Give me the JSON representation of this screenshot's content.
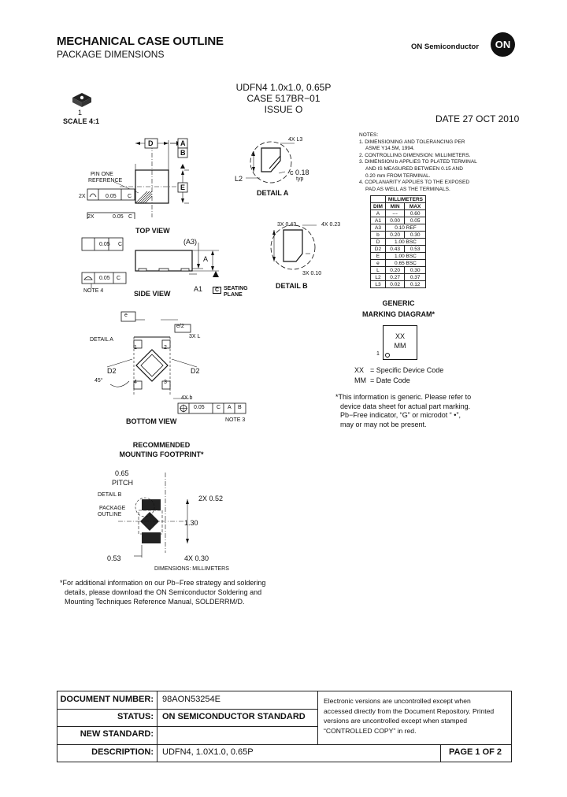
{
  "header": {
    "title": "MECHANICAL CASE OUTLINE",
    "subtitle": "PACKAGE DIMENSIONS",
    "brand": "ON Semiconductor",
    "logo": "ON"
  },
  "package": {
    "name": "UDFN4 1.0x1.0, 0.65P",
    "case": "CASE 517BR−01",
    "issue": "ISSUE O",
    "date": "DATE 27 OCT 2010",
    "scale": "SCALE 4:1"
  },
  "notes": {
    "title": "NOTES:",
    "items": [
      "1. DIMENSIONING AND TOLERANCING PER",
      "    ASME Y14.5M, 1994.",
      "2. CONTROLLING DIMENSION: MILLIMETERS.",
      "3. DIMENSION b APPLIES TO PLATED TERMINAL",
      "    AND IS MEASURED BETWEEN 0.15 AND",
      "    0.20 mm FROM TERMINAL.",
      "4. COPLANARITY APPLIES TO THE EXPOSED",
      "    PAD AS WELL AS THE TERMINALS."
    ]
  },
  "dim_table": {
    "group_header": "MILLIMETERS",
    "headers": [
      "DIM",
      "MIN",
      "MAX"
    ],
    "rows": [
      [
        "A",
        "---",
        "0.60"
      ],
      [
        "A1",
        "0.00",
        "0.05"
      ],
      [
        "A3",
        "0.10 REF",
        ""
      ],
      [
        "b",
        "0.20",
        "0.30"
      ],
      [
        "D",
        "1.00 BSC",
        ""
      ],
      [
        "D2",
        "0.43",
        "0.53"
      ],
      [
        "E",
        "1.00 BSC",
        ""
      ],
      [
        "e",
        "0.65 BSC",
        ""
      ],
      [
        "L",
        "0.20",
        "0.30"
      ],
      [
        "L2",
        "0.27",
        "0.37"
      ],
      [
        "L3",
        "0.02",
        "0.12"
      ]
    ]
  },
  "views": {
    "top": "TOP VIEW",
    "side": "SIDE VIEW",
    "bottom": "BOTTOM VIEW",
    "detail_a": "DETAIL A",
    "detail_b": "DETAIL B",
    "pin_one": [
      "PIN ONE",
      "REFERENCE"
    ],
    "note4": "NOTE 4",
    "note3": "NOTE 3",
    "seating": [
      "SEATING",
      "PLANE"
    ],
    "detail_b_ref": "DETAIL B",
    "detail_a_ref": "DETAIL A"
  },
  "labels": {
    "D": "D",
    "E": "E",
    "A": "A",
    "B": "B",
    "C": "C",
    "A3": "(A3)",
    "A_dim": "A",
    "A1": "A1",
    "tol_2x_005": "0.05",
    "tol_005": "0.05",
    "tol_2x": "2X",
    "detA_4xL3": "4X L3",
    "detA_L2": "L2",
    "detA_c018": "c 0.18",
    "detA_typ": "typ",
    "detB_3x043": "3X 0.43",
    "detB_4x023": "4X 0.23",
    "detB_3x010": "3X 0.10",
    "e": "e",
    "e2": "e/2",
    "3xL": "3X L",
    "D2": "D2",
    "angle": "45°",
    "4xb": "4X b",
    "fcf_005": "0.05",
    "fcf_C": "C",
    "fcf_A": "A",
    "fcf_B": "B",
    "pin1": "1",
    "pin2": "2",
    "pin3": "3",
    "pin4": "4"
  },
  "marking": {
    "title": [
      "GENERIC",
      "MARKING DIAGRAM*"
    ],
    "line1": "XX",
    "line2": "MM",
    "pin": "1",
    "legend": [
      [
        "XX",
        "= Specific Device Code"
      ],
      [
        "MM",
        "= Date Code"
      ]
    ],
    "footnote": [
      "*This information is generic. Please refer to",
      "device data sheet for actual part marking.",
      "Pb−Free indicator, “G” or microdot “ •”,",
      "may or may not be present."
    ]
  },
  "footprint": {
    "title": [
      "RECOMMENDED",
      "MOUNTING FOOTPRINT*"
    ],
    "pitch": [
      "0.65",
      "PITCH"
    ],
    "detail_b": "DETAIL B",
    "package": [
      "PACKAGE",
      "OUTLINE"
    ],
    "d_052": "2X 0.52",
    "d_130": "1.30",
    "d_053": "0.53",
    "d_030": "4X 0.30",
    "units": "DIMENSIONS: MILLIMETERS",
    "note": [
      "*For additional information on our Pb−Free strategy and soldering",
      "details, please download the ON Semiconductor Soldering and",
      "Mounting Techniques Reference Manual, SOLDERRM/D."
    ]
  },
  "footer": {
    "rows": [
      [
        "DOCUMENT NUMBER:",
        "98AON53254E"
      ],
      [
        "STATUS:",
        "ON SEMICONDUCTOR STANDARD"
      ],
      [
        "NEW STANDARD:",
        ""
      ],
      [
        "DESCRIPTION:",
        "UDFN4, 1.0X1.0, 0.65P"
      ]
    ],
    "disclaimer": [
      "Electronic  versions  are  uncontrolled  except  when",
      "accessed directly from the Document Repository. Printed",
      "versions  are  uncontrolled  except  when  stamped",
      "“CONTROLLED COPY” in red."
    ],
    "page": "PAGE 1 OF 2"
  }
}
